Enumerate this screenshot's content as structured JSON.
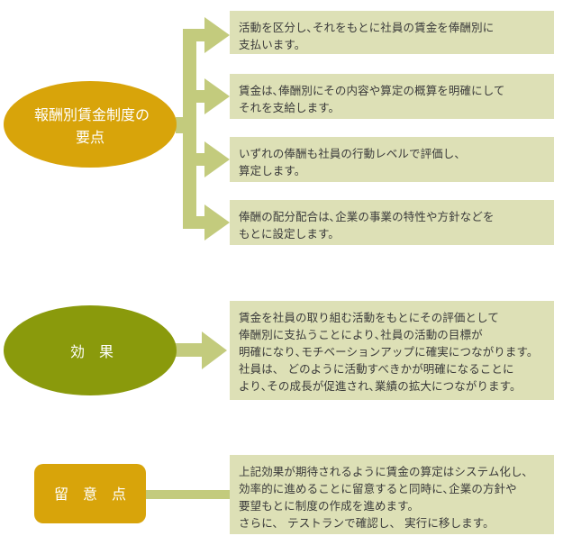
{
  "section1": {
    "title_line1": "報酬別賃金制度の",
    "title_line2": "要点",
    "items": [
      "活動を区分し､それをもとに社員の賃金を俸酬別に\n支払います。",
      "賃金は､俸酬別にその内容や算定の概算を明確にして\nそれを支給します。",
      "いずれの俸酬も社員の行動レベルで評価し、\n算定します。",
      "俸酬の配分配合は､企業の事業の特性や方針などを\nもとに設定します。"
    ],
    "color": "#d8a40a"
  },
  "section2": {
    "title": "効　果",
    "text": "賃金を社員の取り組む活動をもとにその評価として\n俸酬別に支払うことにより､社員の活動の目標が\n明確になり､モチベーションアップに確実につながります。\n社員は、 どのように活動すべきかが明確になることに\nより､その成長が促進され､業績の拡大につながります。",
    "color": "#8a9a0c"
  },
  "section3": {
    "title": "留　意　点",
    "text": "上記効果が期待されるように賃金の算定はシステム化し､\n効率的に進めることに留意すると同時に､企業の方針や\n要望もとに制度の作成を進めます。\nさらに、 テストランで確認し、 実行に移します。",
    "color": "#d8a40a"
  },
  "connector_color": "#c3cb7d",
  "box_color": "#dde0b6"
}
